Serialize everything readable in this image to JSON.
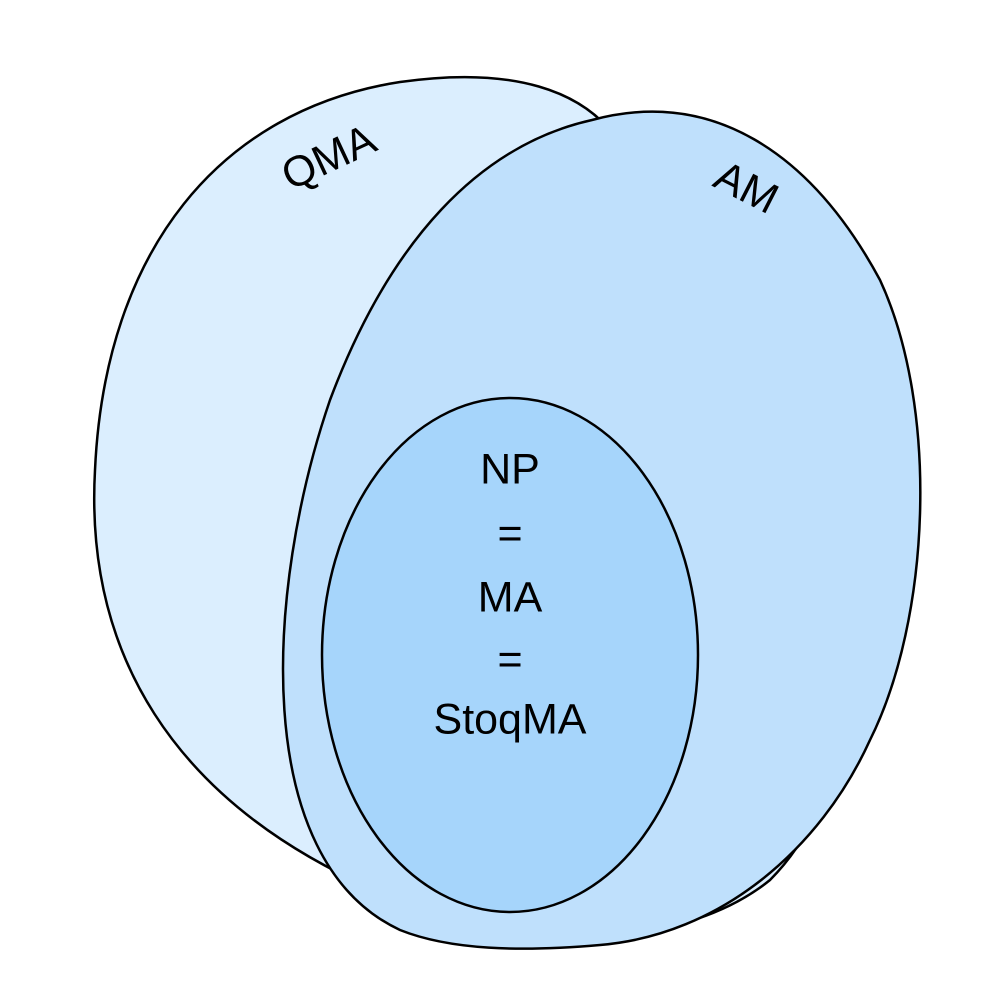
{
  "diagram": {
    "sets": [
      {
        "id": "qma",
        "label": "QMA",
        "fill": "#dbeefe"
      },
      {
        "id": "am",
        "label": "AM",
        "fill": "#bfe0fc"
      },
      {
        "id": "inner",
        "fill": "#a6d5fb"
      }
    ],
    "inner_text": [
      "NP",
      "=",
      "MA",
      "=",
      "StoqMA"
    ],
    "outline_color": "#000000",
    "background": "#ffffff"
  }
}
